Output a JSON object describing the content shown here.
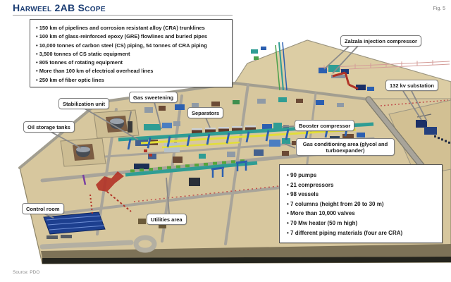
{
  "page": {
    "title": "Harweel 2AB Scope",
    "figure_label": "Fig. 5",
    "source": "Source: PDO"
  },
  "scope_box": {
    "items": [
      "150 km of pipelines and corrosion resistant alloy (CRA) trunklines",
      "100 km of glass-reinforced epoxy (GRE) flowlines and buried pipes",
      "10,000 tonnes of carbon steel (CS) piping, 54 tonnes of CRA piping",
      "3,500 tonnes of CS static equipment",
      "805 tonnes of rotating equipment",
      "More than 100 km of electrical overhead lines",
      "250 km of fiber optic lines"
    ]
  },
  "equipment_box": {
    "items": [
      "90 pumps",
      "21 compressors",
      "98 vessels",
      "7 columns (height from 20 to 30 m)",
      "More than 10,000 valves",
      "70 Mw heater (50 m high)",
      "7 different piping materials (four are CRA)"
    ]
  },
  "map_labels": {
    "oil_storage_tanks": "Oil storage tanks",
    "stabilization_unit": "Stabilization unit",
    "gas_sweetening": "Gas sweetening",
    "separators": "Separators",
    "booster_compressor": "Booster compressor",
    "gas_conditioning": "Gas conditioning area (glycol and turboexpander)",
    "zalzala_compressor": "Zalzala injection compressor",
    "substation": "132 kv substation",
    "control_room": "Control room",
    "utilities_area": "Utilities area"
  },
  "colors": {
    "title_blue": "#1c3e74",
    "ground_tan": "#d7c79e",
    "plateau_tan": "#dccda4",
    "road_gray": "#a8a49a",
    "pipe_teal": "#2f9d94",
    "pipe_blue": "#2b5fb0",
    "pipe_yellow": "#e2de39",
    "flare_red": "#b23226"
  }
}
